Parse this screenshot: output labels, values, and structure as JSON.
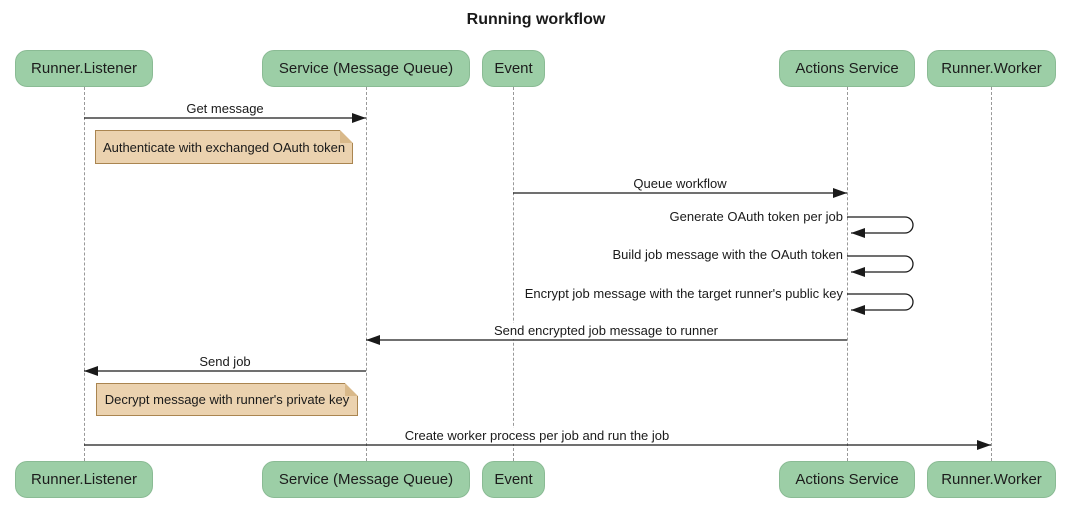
{
  "title": "Running workflow",
  "participants": [
    {
      "label": "Runner.Listener"
    },
    {
      "label": "Service (Message Queue)"
    },
    {
      "label": "Event"
    },
    {
      "label": "Actions Service"
    },
    {
      "label": "Runner.Worker"
    }
  ],
  "messages": {
    "get_message": "Get message",
    "queue_workflow": "Queue workflow",
    "generate_token": "Generate OAuth token per job",
    "build_job": "Build job message with the OAuth token",
    "encrypt_job": "Encrypt job message with the target runner's public key",
    "send_encrypted": "Send encrypted job message to runner",
    "send_job": "Send job",
    "create_worker": "Create worker process per job and run the job"
  },
  "notes": {
    "authenticate": "Authenticate with exchanged OAuth token",
    "decrypt": "Decrypt message with runner's private key"
  },
  "colors": {
    "actor_fill": "#9CCEA6",
    "actor_border": "#8ABB94",
    "note_fill": "#EBD2AF",
    "note_border": "#AA8550",
    "note_fold": "#D9B98A",
    "line": "#1a1a1a",
    "lifeline": "#999999"
  }
}
